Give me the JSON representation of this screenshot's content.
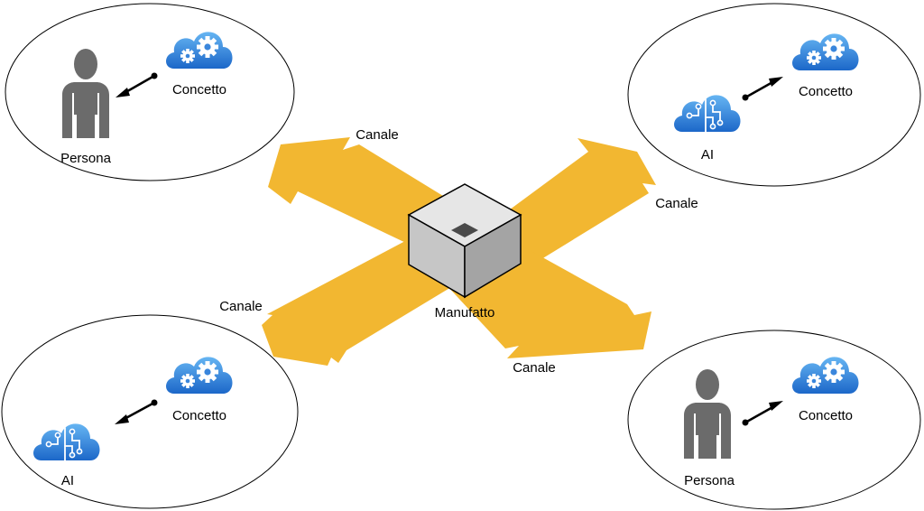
{
  "center": {
    "label": "Manufatto"
  },
  "channels": [
    {
      "id": "top-left",
      "label": "Canale"
    },
    {
      "id": "top-right",
      "label": "Canale"
    },
    {
      "id": "bottom-left",
      "label": "Canale"
    },
    {
      "id": "bottom-right",
      "label": "Canale"
    }
  ],
  "nodes": [
    {
      "id": "top-left",
      "actor": "Persona",
      "actor_icon": "person-icon",
      "concept": "Concetto",
      "concept_icon": "cloud-gears-icon"
    },
    {
      "id": "top-right",
      "actor": "AI",
      "actor_icon": "cloud-circuit-icon",
      "concept": "Concetto",
      "concept_icon": "cloud-gears-icon"
    },
    {
      "id": "bottom-left",
      "actor": "AI",
      "actor_icon": "cloud-circuit-icon",
      "concept": "Concetto",
      "concept_icon": "cloud-gears-icon"
    },
    {
      "id": "bottom-right",
      "actor": "Persona",
      "actor_icon": "person-icon",
      "concept": "Concetto",
      "concept_icon": "cloud-gears-icon"
    }
  ],
  "colors": {
    "channel": "#f2b731",
    "cloud_light": "#5fb0f0",
    "cloud_dark": "#1e6fd0",
    "person": "#6b6b6b",
    "cube_top": "#e8e8e8",
    "cube_left": "#c8c8c8",
    "cube_right": "#a8a8a8"
  }
}
